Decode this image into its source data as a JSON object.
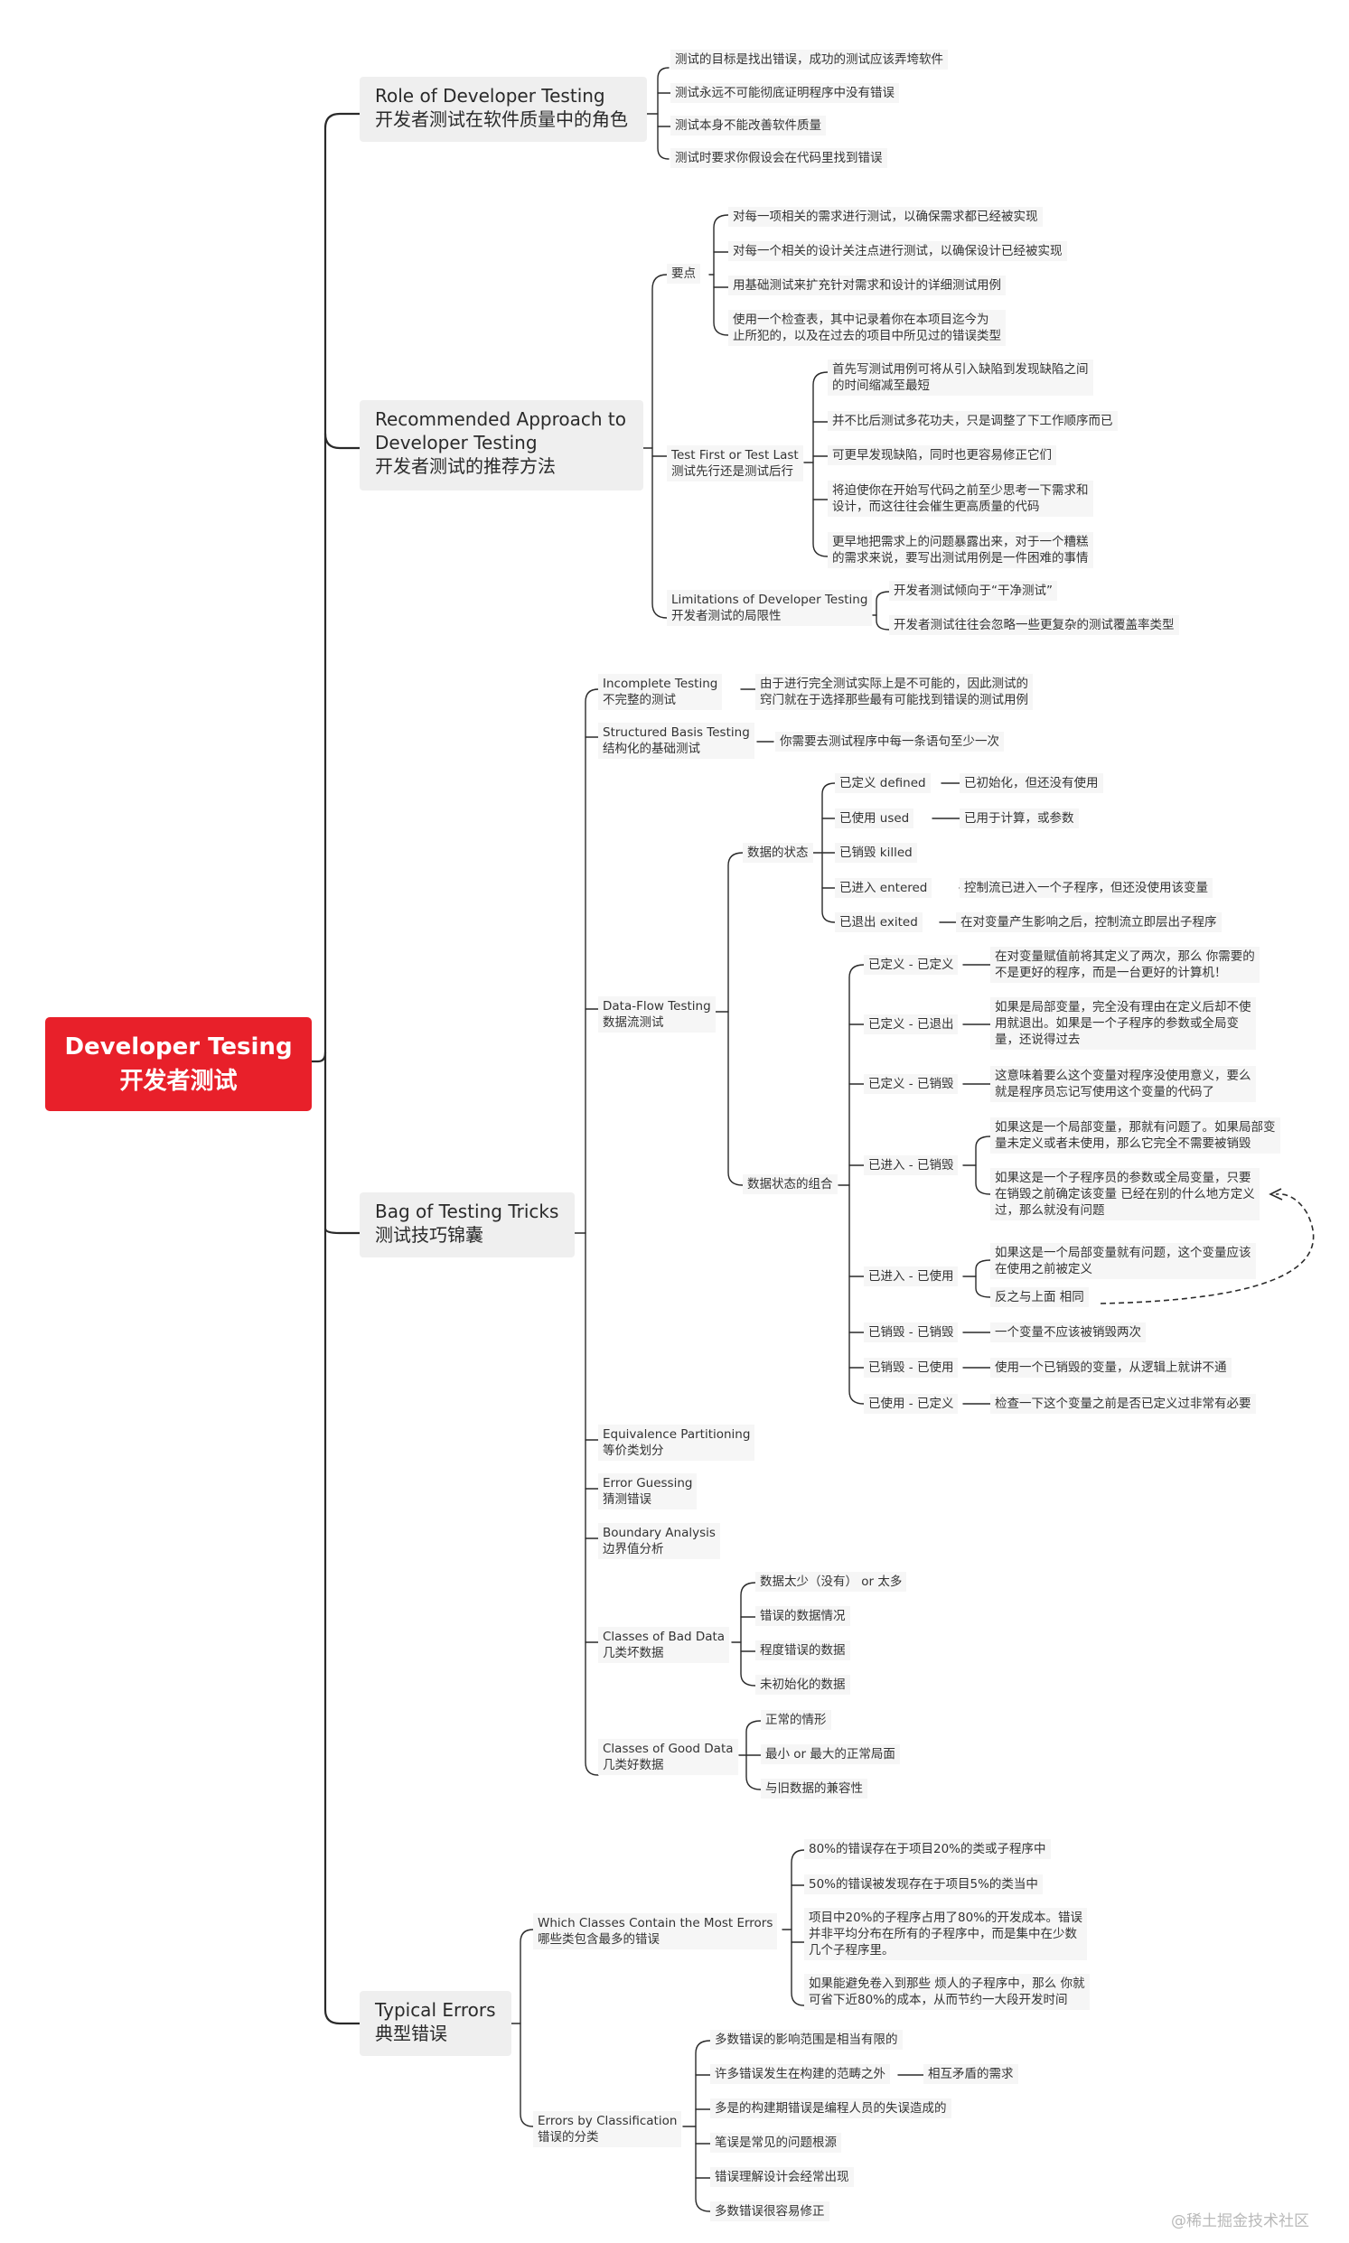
{
  "root": {
    "line1": "Developer Tesing",
    "line2": "开发者测试"
  },
  "role": {
    "title_en": "Role of Developer Testing",
    "title_zh": "开发者测试在软件质量中的角色",
    "items": [
      "测试的目标是找出错误，成功的测试应该弄垮软件",
      "测试永远不可能彻底证明程序中没有错误",
      "测试本身不能改善软件质量",
      "测试时要求你假设会在代码里找到错误"
    ]
  },
  "approach": {
    "title_1": "Recommended Approach to",
    "title_2": "Developer Testing",
    "title_zh": "开发者测试的推荐方法",
    "points_label": "要点",
    "points": [
      "对每一项相关的需求进行测试，以确保需求都已经被实现",
      "对每一个相关的设计关注点进行测试，以确保设计已经被实现",
      "用基础测试来扩充针对需求和设计的详细测试用例",
      "使用一个检查表，其中记录着你在本项目迄今为",
      "止所犯的，以及在过去的项目中所见过的错误类型"
    ],
    "tfirst_en": "Test First or Test Last",
    "tfirst_zh": "测试先行还是测试后行",
    "tfirst": [
      "首先写测试用例可将从引入缺陷到发现缺陷之间",
      "的时间缩减至最短",
      "并不比后测试多花功夫，只是调整了下工作顺序而已",
      "可更早发现缺陷，同时也更容易修正它们",
      "将迫使你在开始写代码之前至少思考一下需求和",
      "设计，而这往往会催生更高质量的代码",
      "更早地把需求上的问题暴露出来，对于一个糟糕",
      "的需求来说，要写出测试用例是一件困难的事情"
    ],
    "limit_en": "Limitations of Developer Testing",
    "limit_zh": "开发者测试的局限性",
    "limits": [
      "开发者测试倾向于“干净测试”",
      "开发者测试往往会忽略一些更复杂的测试覆盖率类型"
    ]
  },
  "bag": {
    "title_en": "Bag of Testing Tricks",
    "title_zh": "测试技巧锦囊",
    "incomplete_en": "Incomplete Testing",
    "incomplete_zh": "不完整的测试",
    "incomplete_1": "由于进行完全测试实际上是不可能的，因此测试的",
    "incomplete_2": "窍门就在于选择那些最有可能找到错误的测试用例",
    "structured_en": "Structured Basis Testing",
    "structured_zh": "结构化的基础测试",
    "structured_desc": "你需要去测试程序中每一条语句至少一次",
    "dataflow_en": "Data-Flow Testing",
    "dataflow_zh": "数据流测试",
    "states_label": "数据的状态",
    "states": [
      {
        "name": "已定义  defined",
        "desc": "已初始化，但还没有使用"
      },
      {
        "name": "已使用  used",
        "desc": "已用于计算，或参数"
      },
      {
        "name": "已销毁  killed",
        "desc": ""
      },
      {
        "name": "已进入  entered",
        "desc": "控制流已进入一个子程序，但还没使用该变量"
      },
      {
        "name": "已退出  exited",
        "desc": "在对变量产生影响之后，控制流立即层出子程序"
      }
    ],
    "combos_label": "数据状态的组合",
    "c1": "已定义 - 已定义",
    "c1_1": "在对变量赋值前将其定义了两次，那么 你需要的",
    "c1_2": "不是更好的程序，而是一台更好的计算机！",
    "c2": "已定义 - 已退出",
    "c2_1": "如果是局部变量，完全没有理由在定义后却不使",
    "c2_2": "用就退出。如果是一个子程序的参数或全局变",
    "c2_3": "量，还说得过去",
    "c3": "已定义 - 已销毁",
    "c3_1": "这意味着要么这个变量对程序没使用意义，要么",
    "c3_2": "就是程序员忘记写使用这个变量的代码了",
    "c4": "已进入 - 已销毁",
    "c4_a1": "如果这是一个局部变量，那就有问题了。如果局部变",
    "c4_a2": "量未定义或者未使用，那么它完全不需要被销毁",
    "c4_b1": "如果这是一个子程序员的参数或全局变量，只要",
    "c4_b2": "在销毁之前确定该变量 已经在别的什么地方定义",
    "c4_b3": "过，那么就没有问题",
    "c5": "已进入 - 已使用",
    "c5_1": "如果这是一个局部变量就有问题，这个变量应该",
    "c5_2": "在使用之前被定义",
    "c5_3": "反之与上面 相同",
    "c6": "已销毁 - 已销毁",
    "c6_1": "一个变量不应该被销毁两次",
    "c7": "已销毁 - 已使用",
    "c7_1": "使用一个已销毁的变量，从逻辑上就讲不通",
    "c8": "已使用 - 已定义",
    "c8_1": "检查一下这个变量之前是否已定义过非常有必要",
    "equiv_en": "Equivalence Partitioning",
    "equiv_zh": "等价类划分",
    "error_en": "Error Guessing",
    "error_zh": "猜测错误",
    "boundary_en": "Boundary Analysis",
    "boundary_zh": "边界值分析",
    "bad_en": "Classes of Bad Data",
    "bad_zh": "几类坏数据",
    "bad": [
      "数据太少（没有） or 太多",
      "错误的数据情况",
      "程度错误的数据",
      "未初始化的数据"
    ],
    "good_en": "Classes of Good Data",
    "good_zh": "几类好数据",
    "good": [
      "正常的情形",
      "最小 or 最大的正常局面",
      "与旧数据的兼容性"
    ]
  },
  "typical": {
    "title_en": "Typical Errors",
    "title_zh": "典型错误",
    "which_en": "Which Classes Contain the Most Errors",
    "which_zh": "哪些类包含最多的错误",
    "which": [
      "80%的错误存在于项目20%的类或子程序中",
      "50%的错误被发现存在于项目5%的类当中",
      "项目中20%的子程序占用了80%的开发成本。错误",
      "并非平均分布在所有的子程序中，而是集中在少数",
      "几个子程序里。",
      "如果能避免卷入到那些 烦人的子程序中，那么 你就",
      "可省下近80%的成本，从而节约一大段开发时间"
    ],
    "class_en": "Errors by Classification",
    "class_zh": "错误的分类",
    "classes": [
      "多数错误的影响范围是相当有限的",
      "许多错误发生在构建的范畴之外",
      "多是的构建期错误是编程人员的失误造成的",
      "笔误是常见的问题根源",
      "错误理解设计会经常出现",
      "多数错误很容易修正"
    ],
    "class_extra": "相互矛盾的需求"
  },
  "watermark": "@稀土掘金技术社区",
  "colors": {
    "root": "#e8202a",
    "branch_bg": "#efefef",
    "line": "#2a2a2a"
  }
}
